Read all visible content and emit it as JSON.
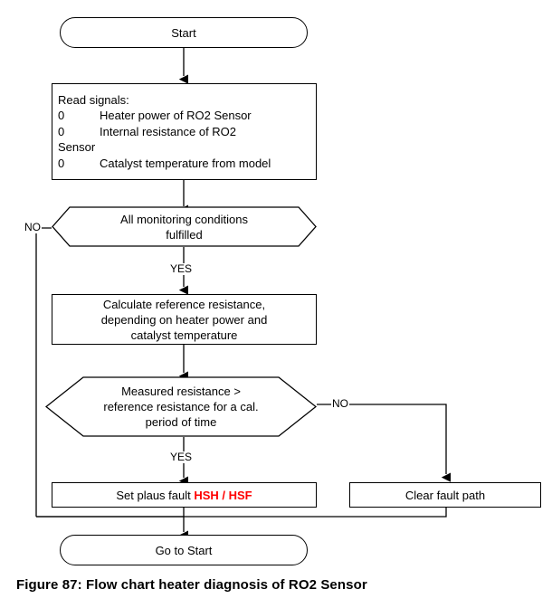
{
  "figure": {
    "caption": "Figure 87: Flow chart heater diagnosis of RO2 Sensor",
    "colors": {
      "line": "#000000",
      "fault_text": "#ff0000",
      "background": "#ffffff"
    }
  },
  "chart_data": {
    "type": "diagram",
    "title": "Flow chart heater diagnosis of RO2 Sensor",
    "nodes": [
      {
        "id": "start",
        "shape": "terminal",
        "label": "Start"
      },
      {
        "id": "read_signals",
        "shape": "process",
        "label": "Read signals:"
      },
      {
        "id": "cond_monitoring",
        "shape": "decision",
        "label": "All monitoring conditions fulfilled"
      },
      {
        "id": "calc_ref",
        "shape": "process",
        "label": "Calculate reference resistance, depending on heater power and catalyst temperature"
      },
      {
        "id": "cond_measured",
        "shape": "decision",
        "label": "Measured resistance > reference resistance for a cal. period of time"
      },
      {
        "id": "set_fault",
        "shape": "process",
        "label": "Set plaus fault HSH / HSF"
      },
      {
        "id": "clear_fault",
        "shape": "process",
        "label": "Clear fault path"
      },
      {
        "id": "goto_start",
        "shape": "terminal",
        "label": "Go to Start"
      }
    ],
    "edges": [
      {
        "from": "start",
        "to": "read_signals",
        "label": ""
      },
      {
        "from": "read_signals",
        "to": "cond_monitoring",
        "label": ""
      },
      {
        "from": "cond_monitoring",
        "to": "calc_ref",
        "label": "YES"
      },
      {
        "from": "cond_monitoring",
        "to": "goto_start",
        "label": "NO"
      },
      {
        "from": "calc_ref",
        "to": "cond_measured",
        "label": ""
      },
      {
        "from": "cond_measured",
        "to": "set_fault",
        "label": "YES"
      },
      {
        "from": "cond_measured",
        "to": "clear_fault",
        "label": "NO"
      },
      {
        "from": "set_fault",
        "to": "goto_start",
        "label": ""
      },
      {
        "from": "clear_fault",
        "to": "goto_start",
        "label": ""
      }
    ]
  },
  "nodes": {
    "start": {
      "label": "Start"
    },
    "read_signals": {
      "title": "Read signals:",
      "bullet": "0",
      "items": [
        "Heater power of RO2 Sensor",
        "Internal resistance of RO2\nSensor",
        "Catalyst temperature from model"
      ],
      "item_0": "Heater power of RO2 Sensor",
      "item_1": "Internal resistance of RO2\nSensor",
      "item_2": "Catalyst temperature from model"
    },
    "cond_monitoring": {
      "line_1": "All monitoring conditions",
      "line_2": "fulfilled"
    },
    "calc_ref": {
      "line_1": "Calculate reference resistance,",
      "line_2": "depending on heater power and",
      "line_3": "catalyst temperature"
    },
    "cond_measured": {
      "line_1": "Measured resistance >",
      "line_2": "reference resistance for a cal.",
      "line_3": "period of time"
    },
    "set_fault": {
      "prefix": "Set plaus fault ",
      "fault_code": "HSH / HSF"
    },
    "clear_fault": {
      "label": "Clear fault path"
    },
    "goto_start": {
      "label": "Go to Start"
    }
  },
  "edge_labels": {
    "no_monitoring": "NO",
    "yes_monitoring": "YES",
    "no_measured": "NO",
    "yes_measured": "YES"
  }
}
